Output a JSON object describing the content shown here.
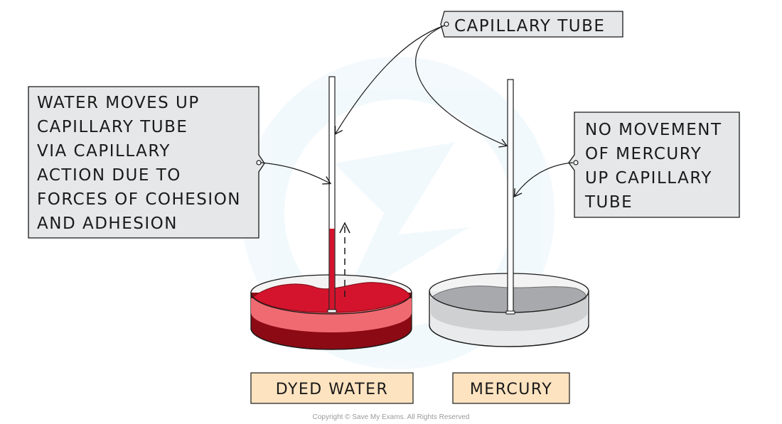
{
  "callouts": {
    "capillary_tube": "CAPILLARY TUBE",
    "water_moves": [
      "WATER MOVES UP",
      "CAPILLARY TUBE",
      "VIA CAPILLARY",
      "ACTION DUE TO",
      "FORCES OF COHESION",
      "AND ADHESION"
    ],
    "no_movement": [
      "NO MOVEMENT",
      "OF MERCURY",
      "UP CAPILLARY",
      "TUBE"
    ]
  },
  "labels": {
    "dyed_water": "DYED WATER",
    "mercury": "MERCURY"
  },
  "footer": {
    "copyright": "Copyright © Save My Exams. All Rights Reserved"
  },
  "colors": {
    "callout_fill": "#e6e7e8",
    "label_fill": "#fde3c0",
    "water_top": "#d4142d",
    "water_side": "#8b0a14",
    "water_body": "#f06a72",
    "mercury_top": "#a7a9ac",
    "mercury_body": "#cfd0d2",
    "dish_rim": "#e9eaeb"
  }
}
